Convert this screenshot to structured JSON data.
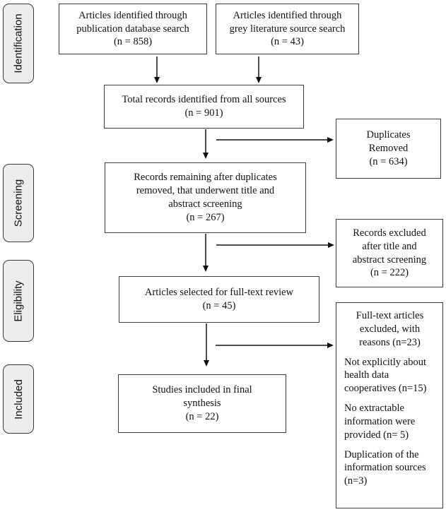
{
  "stages": {
    "identification": "Identification",
    "screening": "Screening",
    "eligibility": "Eligibility",
    "included": "Included"
  },
  "boxes": {
    "database_search": "Articles identified through\npublication database search\n(n = 858)",
    "grey_literature": "Articles identified through\ngrey literature source search\n(n = 43)",
    "total_records": "Total records identified from all sources\n(n = 901)",
    "duplicates_removed": "Duplicates\nRemoved\n(n = 634)",
    "records_remaining": "Records remaining after duplicates\nremoved, that underwent title and\nabstract screening\n(n = 267)",
    "records_excluded": "Records excluded\nafter title and\nabstract screening\n(n = 222)",
    "full_text_review": "Articles selected for full-text review\n(n = 45)",
    "full_text_excluded_title": "Full-text articles\nexcluded, with\nreasons (n=23)",
    "full_text_excluded_reasons": [
      "Not explicitly about\nhealth data\ncooperatives (n=15)",
      "No extractable\ninformation were\nprovided (n= 5)",
      "Duplication of the\ninformation sources\n(n=3)"
    ],
    "final_synthesis": "Studies included in final\nsynthesis\n(n = 22)"
  },
  "colors": {
    "stage_fill": "#ededed",
    "box_border": "#3d3d3d",
    "arrow": "#111111",
    "background": "#ffffff"
  }
}
